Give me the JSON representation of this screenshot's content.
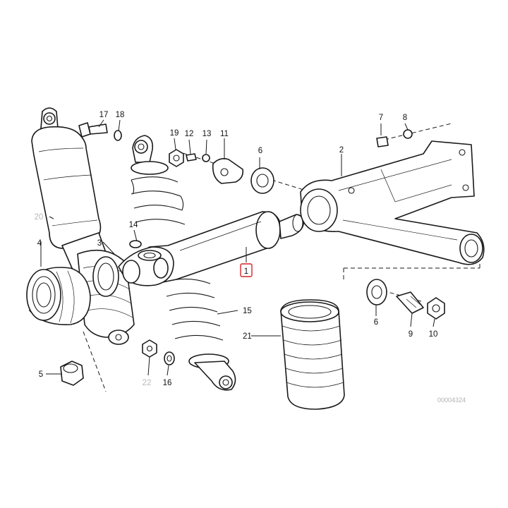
{
  "diagram": {
    "callouts": {
      "c1": "1",
      "c2": "2",
      "c3": "3",
      "c4": "4",
      "c5": "5",
      "c6a": "6",
      "c6b": "6",
      "c7": "7",
      "c8": "8",
      "c9": "9",
      "c10": "10",
      "c11": "11",
      "c12": "12",
      "c13": "13",
      "c14": "14",
      "c15": "15",
      "c16": "16",
      "c17": "17",
      "c18": "18",
      "c19": "19",
      "c20": "20",
      "c21": "21",
      "c22": "22"
    },
    "highlighted_callout": "1",
    "highlight_color": "#d2232a",
    "greyed_callouts": [
      "20",
      "22"
    ],
    "image_code": "00004324"
  }
}
